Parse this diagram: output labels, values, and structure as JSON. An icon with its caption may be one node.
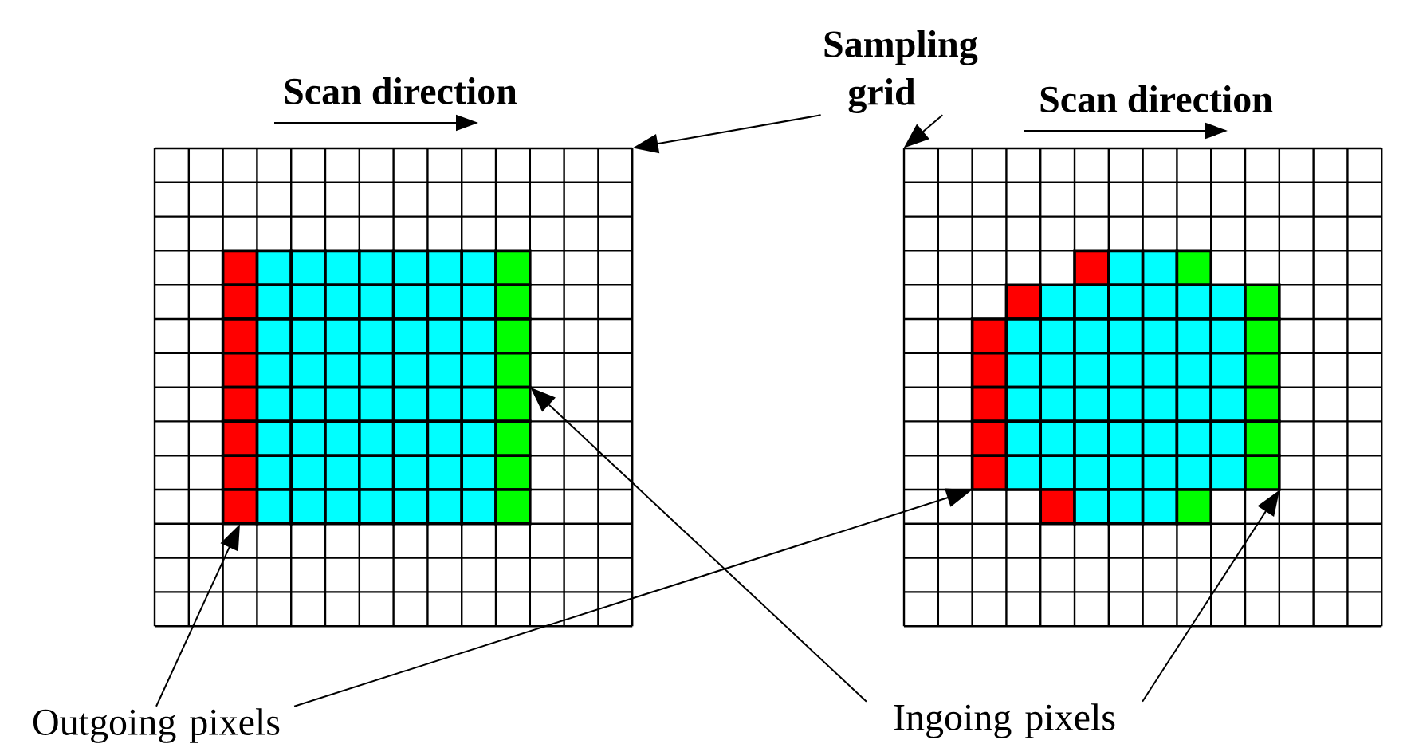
{
  "diagram": {
    "nodes": [
      {
        "text": [
          "Sampling grid"
        ]
      },
      {
        "text": [],
        "shape": "picture"
      },
      {
        "text": [],
        "shape": "picture"
      },
      {
        "text": [],
        "shape": "bar",
        "in": 1
      },
      {
        "text": [],
        "shape": "bar",
        "in": 1
      },
      {
        "text": [],
        "shape": "box",
        "in": 2
      },
      {
        "text": [],
        "shape": "box",
        "in": 2
      },
      {
        "text": [
          "Outgoing pixels"
        ]
      },
      {
        "text": [
          "Ingoing pixels"
        ]
      }
    ],
    "edges": [
      {
        "from": 0,
        "to": 1,
        "arrow": "to"
      },
      {
        "from": 0,
        "to": 2,
        "arrow": "to"
      },
      {
        "from": 7,
        "to": 3,
        "arrow": "to"
      },
      {
        "from": 7,
        "to": 5,
        "arrow": "to"
      },
      {
        "from": 8,
        "to": 4,
        "arrow": "to"
      },
      {
        "from": 8,
        "to": 6,
        "arrow": "to"
      }
    ],
    "labels": [
      "Scan direction",
      "Scan direction"
    ]
  }
}
